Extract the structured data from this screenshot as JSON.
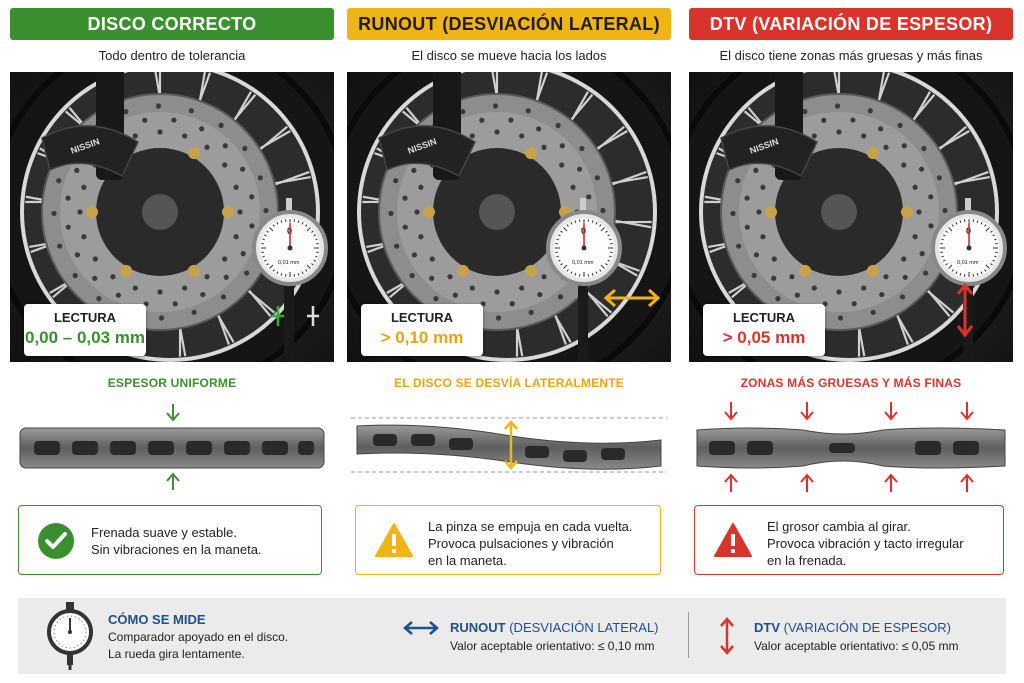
{
  "panels": [
    {
      "title": "DISCO CORRECTO",
      "subtitle": "Todo dentro de tolerancia",
      "reading_label": "LECTURA",
      "reading_value": "0,00 – 0,03 mm",
      "section_title": "ESPESOR UNIFORME",
      "note_line1": "Frenada suave y estable.",
      "note_line2": "Sin vibraciones en la maneta.",
      "note_line3": "",
      "accent": "#3a8f2f"
    },
    {
      "title": "RUNOUT (DESVIACIÓN LATERAL)",
      "subtitle": "El disco se mueve hacia los lados",
      "reading_label": "LECTURA",
      "reading_value": "> 0,10 mm",
      "section_title": "EL DISCO SE DESVÍA LATERALMENTE",
      "note_line1": "La pinza se empuja en cada vuelta.",
      "note_line2": "Provoca pulsaciones y vibración",
      "note_line3": "en la maneta.",
      "accent": "#f1b416"
    },
    {
      "title": "DTV (VARIACIÓN DE ESPESOR)",
      "subtitle": "El disco tiene zonas más gruesas y más finas",
      "reading_label": "LECTURA",
      "reading_value": "> 0,05 mm",
      "section_title": "ZONAS MÁS GRUESAS Y MÁS FINAS",
      "note_line1": "El grosor cambia al girar.",
      "note_line2": "Provoca vibración y tacto irregular",
      "note_line3": "en la frenada.",
      "accent": "#d9342b"
    }
  ],
  "gauge": {
    "zero": "0",
    "unit": "0,01 mm"
  },
  "caliper_brand": "NISSIN",
  "bottom": {
    "measure_title": "CÓMO SE MIDE",
    "measure_line1": "Comparador apoyado en el disco.",
    "measure_line2": "La rueda gira lentamente.",
    "runout_title_bold": "RUNOUT",
    "runout_title_rest": " (DESVIACIÓN LATERAL)",
    "runout_value": "Valor aceptable orientativo: ≤ 0,10 mm",
    "dtv_title_bold": "DTV",
    "dtv_title_rest": " (VARIACIÓN DE ESPESOR)",
    "dtv_value": "Valor aceptable orientativo: ≤ 0,05 mm"
  },
  "icons": {
    "note1": "check-circle-icon",
    "note2": "warning-triangle-icon",
    "note3": "warning-triangle-icon",
    "measure": "dial-gauge-icon",
    "runout": "horizontal-arrows-icon",
    "dtv": "vertical-arrows-icon"
  }
}
